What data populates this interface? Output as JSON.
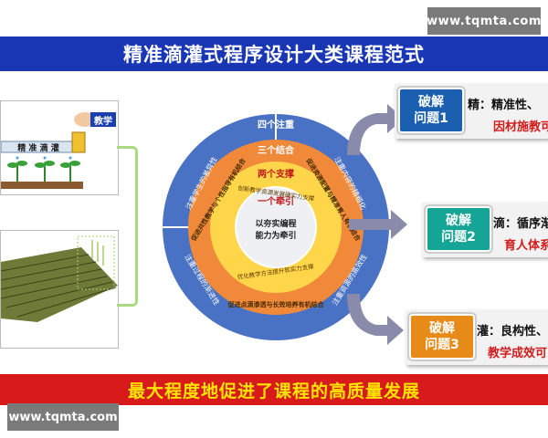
{
  "watermark_top": "www.tqmta.com",
  "watermark_bottom": "www.tqmta.com",
  "title": "精准滴灌式程序设计大类课程范式",
  "footer": "最大程度地促进了课程的高质量发展",
  "illustration": {
    "tag_teaching": "教学",
    "pipe_label": "精 准 滴 灌"
  },
  "rings": {
    "outer_label": "四个注重",
    "outer_items": [
      "注重学生的差异性",
      "注重内容的精细化",
      "注重过程的渐进性",
      "注重资源的高效性"
    ],
    "third_label": "三个结合",
    "third_items": [
      "促进共性教学与个性指导有机结合",
      "促进资源配置与精准育人有机结合",
      "促进点滴渗透与长效培养有机结合"
    ],
    "second_label": "两个支撑",
    "second_items": [
      "创新教学资源发展硬实力支撑",
      "优化教学方法提升软实力支撑"
    ],
    "inner_label": "一个牵引",
    "inner_text_1": "以夯实编程",
    "inner_text_2": "能力为牵引"
  },
  "problems": [
    {
      "box_1": "破解",
      "box_2": "问题1",
      "text": "精：精准性、",
      "sub": "因材施教可",
      "color": "#1a5fb0"
    },
    {
      "box_1": "破解",
      "box_2": "问题2",
      "text": "滴：循序渐",
      "sub": "育人体系",
      "color": "#15a596"
    },
    {
      "box_1": "破解",
      "box_2": "问题3",
      "text": "灌：良构性、",
      "sub": "教学成效可",
      "color": "#e88a18"
    }
  ],
  "colors": {
    "title_bg": "#1936b5",
    "footer_bg": "#d81a1a",
    "footer_text": "#ffe400",
    "outer_ring": "#4a72c4",
    "third_ring": "#f08a3a",
    "second_ring": "#ffd64a",
    "center": "#eef0f4"
  }
}
